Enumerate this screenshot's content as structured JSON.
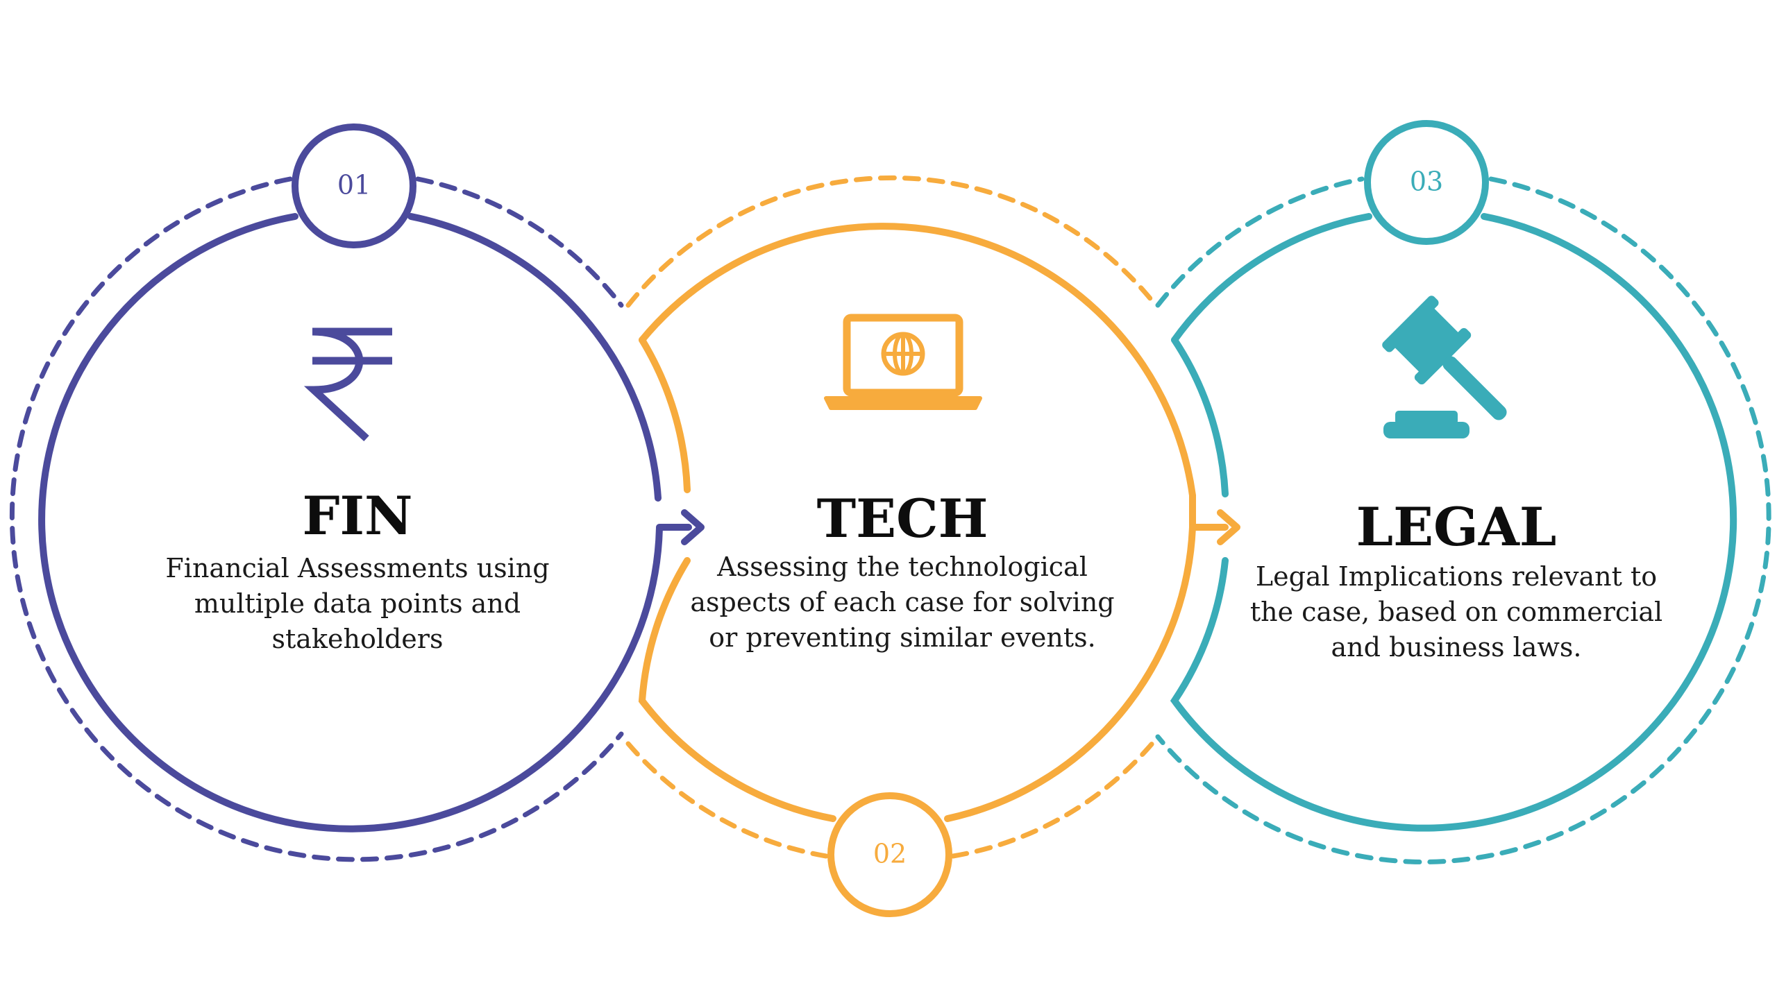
{
  "colors": {
    "fin": "#4b4a9c",
    "tech": "#f7ab3d",
    "legal": "#3aacb8"
  },
  "steps": [
    {
      "number": "01",
      "title": "FIN",
      "icon": "rupee-icon",
      "description": [
        "Financial Assessments using",
        "multiple data points and",
        "stakeholders"
      ]
    },
    {
      "number": "02",
      "title": "TECH",
      "icon": "laptop-globe-icon",
      "description": [
        "Assessing the technological",
        "aspects of each case for solving",
        "or preventing similar events."
      ]
    },
    {
      "number": "03",
      "title": "LEGAL",
      "icon": "gavel-icon",
      "description": [
        "Legal Implications relevant to",
        "the case, based on commercial",
        "and business laws."
      ]
    }
  ]
}
